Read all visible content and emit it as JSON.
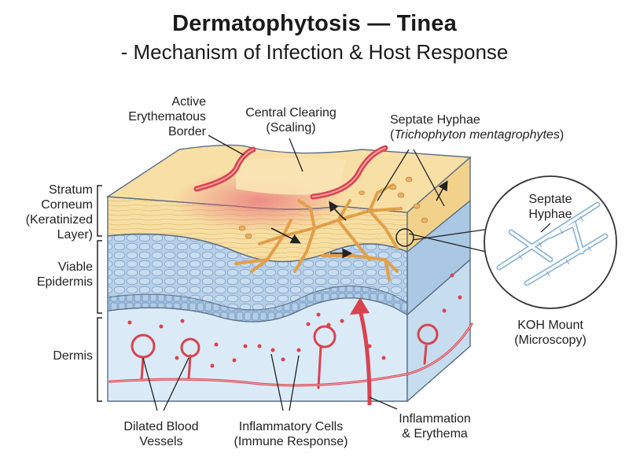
{
  "title": "Dermatophytosis — Tinea",
  "subtitle": "- Mechanism of Infection & Host Response",
  "labels": {
    "active_border": [
      "Active",
      "Erythematous",
      "Border"
    ],
    "central_clearing": [
      "Central Clearing",
      "(Scaling)"
    ],
    "septate_hyphae": "Septate Hyphae",
    "organism": "Trichophyton mentagrophytes",
    "stratum_corneum": [
      "Stratum",
      "Corneum",
      "(Keratinized",
      "Layer)"
    ],
    "viable_epidermis": [
      "Viable",
      "Epidermis"
    ],
    "dermis": "Dermis",
    "inset_title": [
      "Septate",
      "Hyphae"
    ],
    "koh_mount": [
      "KOH Mount",
      "(Microscopy)"
    ],
    "blood_vessels": [
      "Dilated Blood",
      "Vessels"
    ],
    "inflammatory_cells": [
      "Inflammatory Cells",
      "(Immune Response)"
    ],
    "inflammation": [
      "Inflammation",
      "& Erythema"
    ]
  },
  "colors": {
    "stratum_corneum": "#f6dc9c",
    "epidermis": "#b9d3ea",
    "dermis": "#dcebf7",
    "border_red": "#d9434f",
    "hyphae": "#e2a04a",
    "vessel": "#d9434f"
  }
}
